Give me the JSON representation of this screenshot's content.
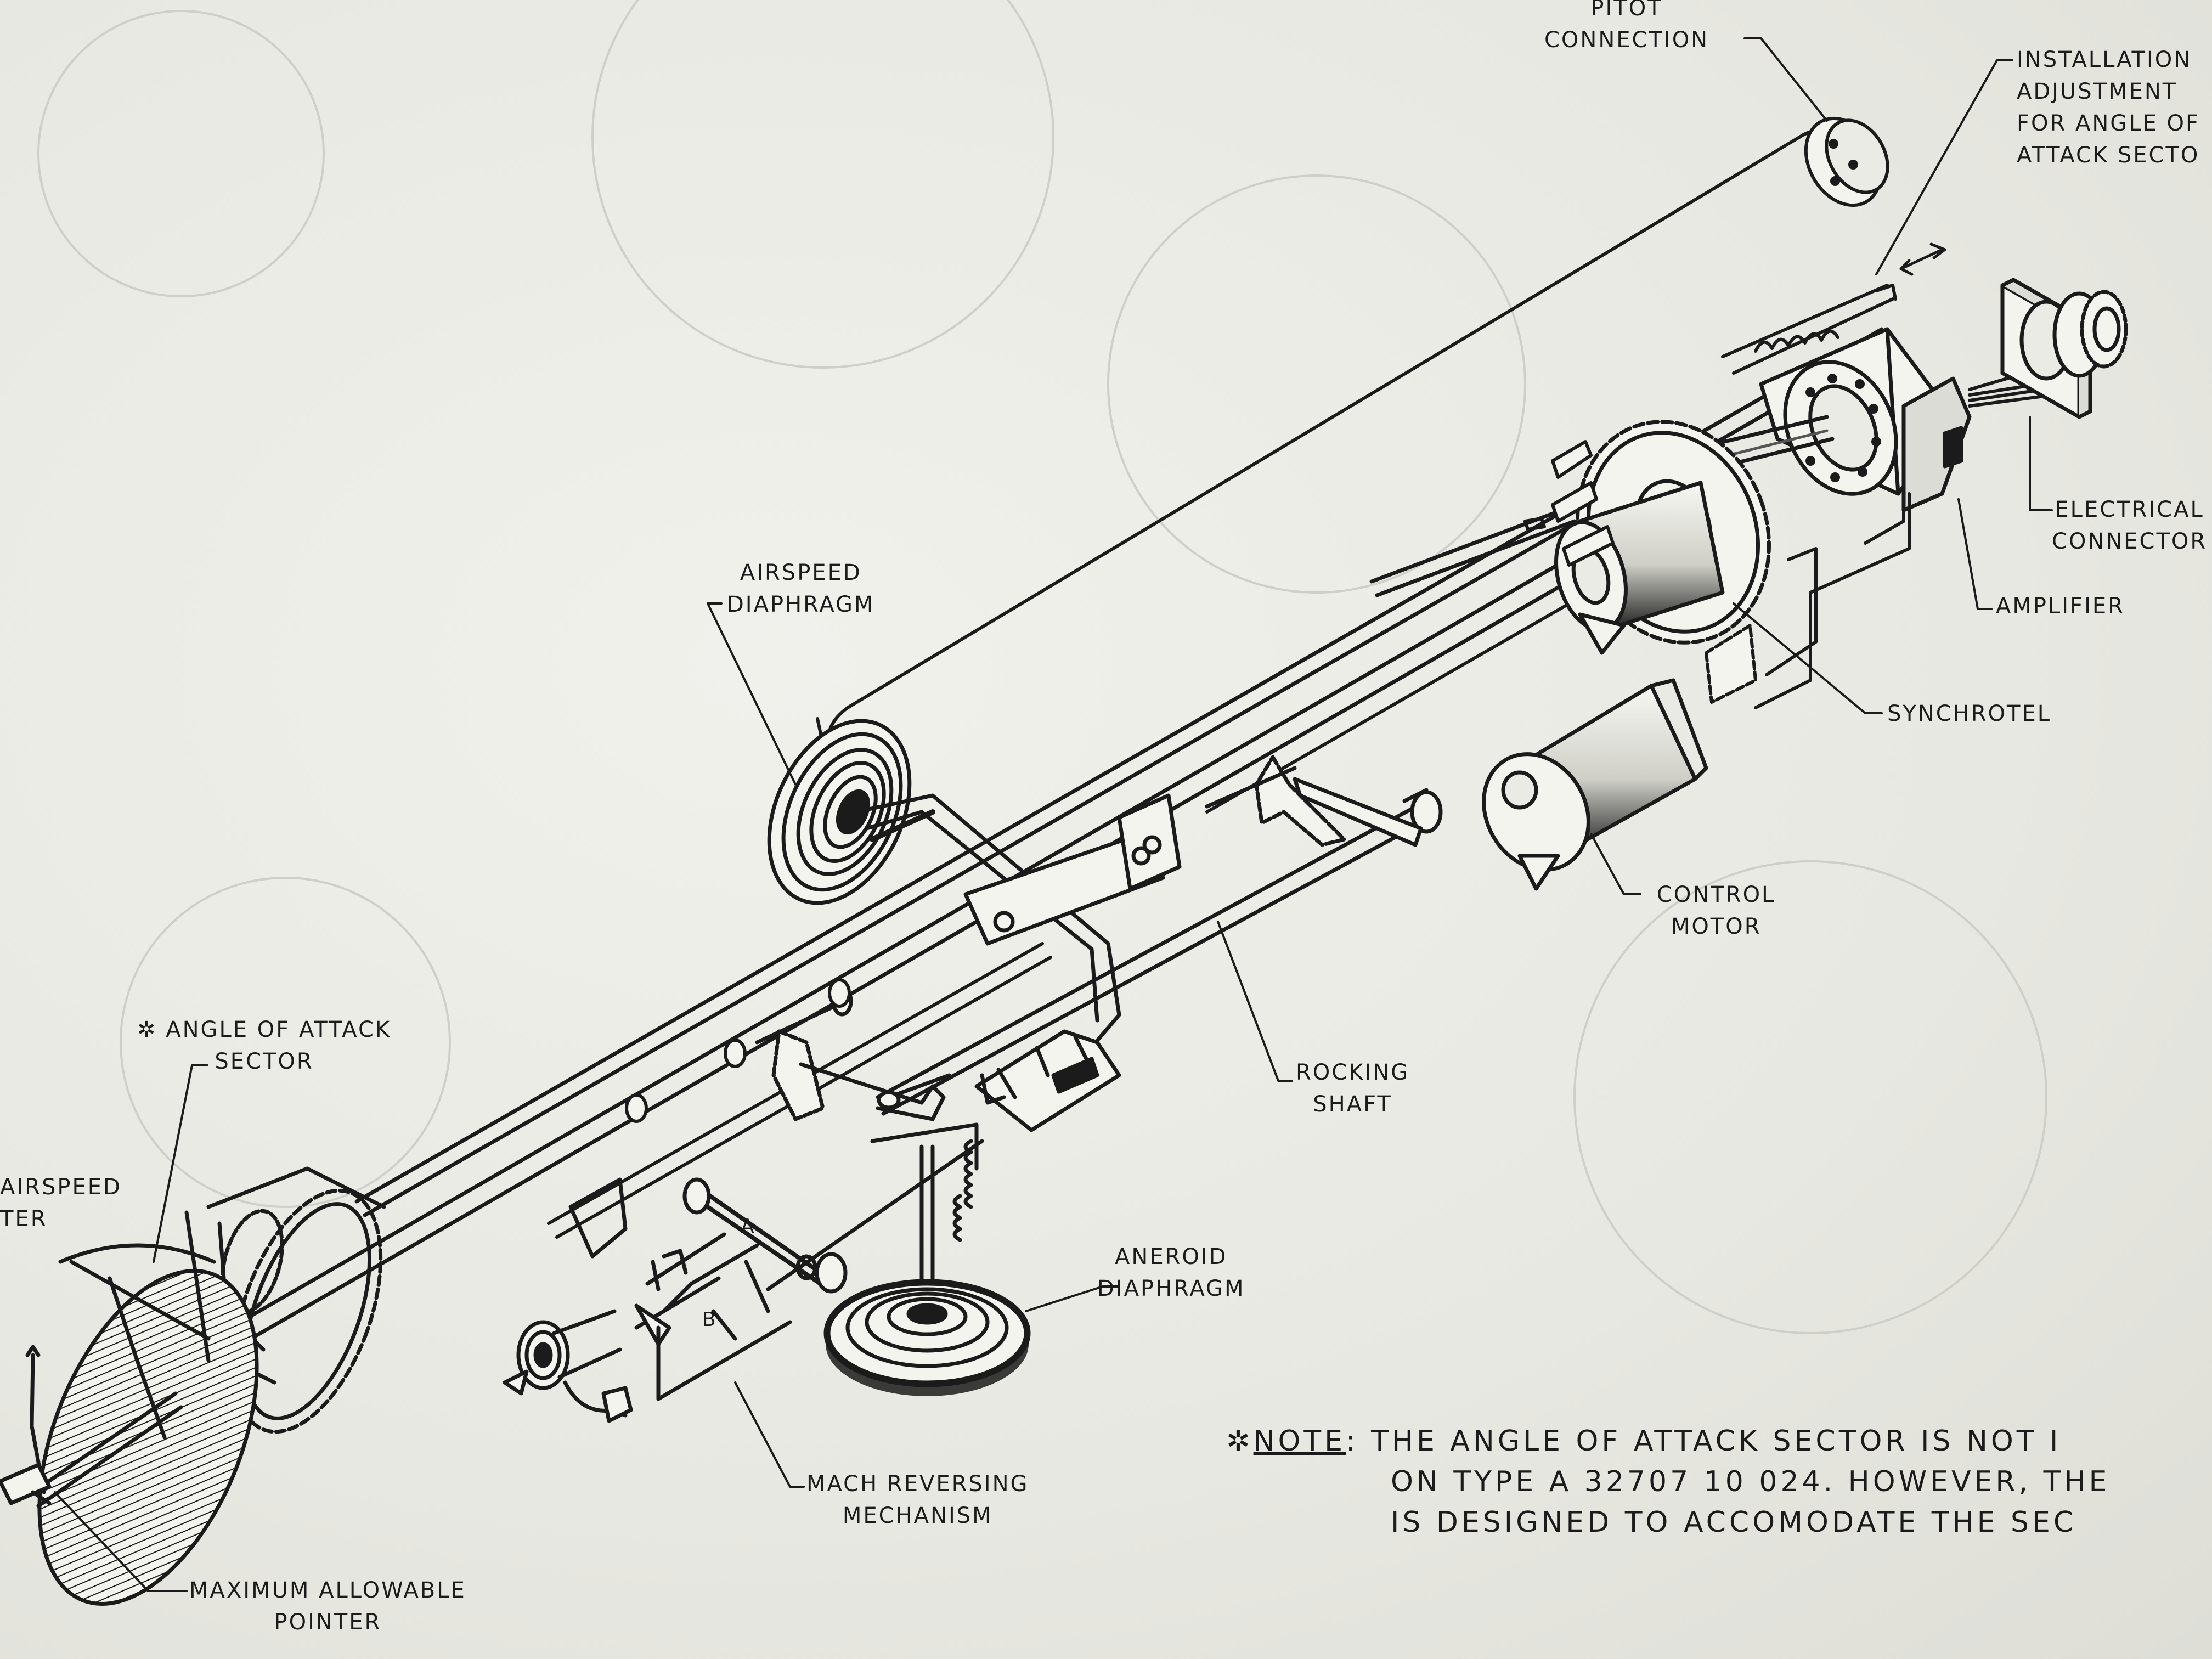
{
  "labels": {
    "pitot_connection": [
      "PITOT",
      "CONNECTION"
    ],
    "installation_adjustment": [
      "INSTALLATION",
      "ADJUSTMENT",
      "FOR ANGLE OF",
      "ATTACK SECTO"
    ],
    "electrical_connector": [
      "ELECTRICAL",
      "CONNECTOR"
    ],
    "amplifier": "AMPLIFIER",
    "synchrotel": "SYNCHROTEL",
    "airspeed_diaphragm": [
      "AIRSPEED",
      "DIAPHRAGM"
    ],
    "control_motor": [
      "CONTROL",
      "MOTOR"
    ],
    "rocking_shaft": [
      "ROCKING",
      "SHAFT"
    ],
    "angle_of_attack_sector": [
      "✲ ANGLE OF ATTACK",
      "SECTOR"
    ],
    "airspeed_pointer": [
      "AIRSPEED",
      "TER"
    ],
    "aneroid_diaphragm": [
      "ANEROID",
      "DIAPHRAGM"
    ],
    "mach_reversing_mechanism": [
      "MACH REVERSING",
      "MECHANISM"
    ],
    "maximum_allowable_pointer": [
      "MAXIMUM ALLOWABLE",
      "POINTER"
    ],
    "part_a": "A",
    "part_b": "B"
  },
  "note": {
    "marker": "✲",
    "heading": "NOTE",
    "colon": ":",
    "lines": [
      "THE ANGLE OF ATTACK SECTOR IS NOT I",
      "ON TYPE A 32707 10 024. HOWEVER, THE",
      "IS DESIGNED TO ACCOMODATE THE SEC"
    ]
  }
}
